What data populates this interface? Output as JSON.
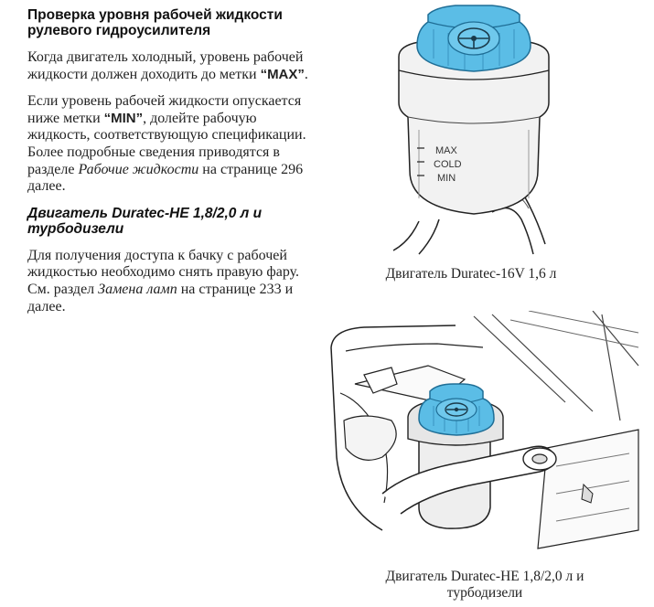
{
  "section1": {
    "heading": "Проверка уровня рабочей жидкости рулевого гидроусилителя",
    "para1_text": "Когда двигатель холодный, уровень рабочей жидкости должен доходить до метки ",
    "para1_mark": "“MAX”",
    "para1_end": ".",
    "para2_text": "Если уровень рабочей жидкости опускается ниже метки ",
    "para2_mark": "“MIN”",
    "para2_text2": ", долейте рабочую жидкость, соответствующую спецификации. Более подробные сведения приводятся в разделе ",
    "para2_ref": "Рабочие жидкости",
    "para2_end": " на странице 296 далее."
  },
  "section2": {
    "heading": "Двигатель Duratec-HE 1,8/2,0 л и турбодизели",
    "para_text": "Для получения доступа к бачку с рабочей жидкостью необходимо снять правую фару. См. раздел ",
    "para_ref": "Замена ламп",
    "para_end": " на странице 233 и далее."
  },
  "figure1": {
    "labels": {
      "max": "MAX",
      "cold": "COLD",
      "min": "MIN"
    },
    "caption": "Двигатель Duratec-16V 1,6 л"
  },
  "figure2": {
    "caption_line1": "Двигатель Duratec-HE 1,8/2,0 л и",
    "caption_line2": "турбодизели"
  },
  "colors": {
    "cap_blue": "#5bbde6",
    "cap_outline": "#1f6e96",
    "ink": "#222222"
  }
}
